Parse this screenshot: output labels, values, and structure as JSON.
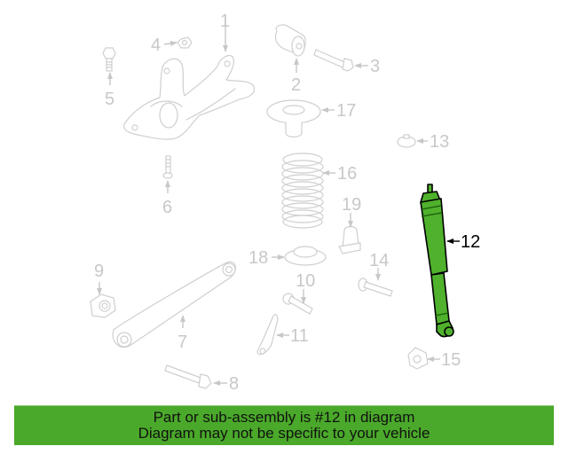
{
  "diagram": {
    "highlighted_part": "12",
    "highlight_color": "#4fb12c",
    "callouts": [
      {
        "id": "1",
        "label": "1"
      },
      {
        "id": "2",
        "label": "2"
      },
      {
        "id": "3",
        "label": "3"
      },
      {
        "id": "4",
        "label": "4"
      },
      {
        "id": "5",
        "label": "5"
      },
      {
        "id": "6",
        "label": "6"
      },
      {
        "id": "7",
        "label": "7"
      },
      {
        "id": "8",
        "label": "8"
      },
      {
        "id": "9",
        "label": "9"
      },
      {
        "id": "10",
        "label": "10"
      },
      {
        "id": "11",
        "label": "11"
      },
      {
        "id": "12",
        "label": "12"
      },
      {
        "id": "13",
        "label": "13"
      },
      {
        "id": "14",
        "label": "14"
      },
      {
        "id": "15",
        "label": "15"
      },
      {
        "id": "16",
        "label": "16"
      },
      {
        "id": "17",
        "label": "17"
      },
      {
        "id": "18",
        "label": "18"
      },
      {
        "id": "19",
        "label": "19"
      }
    ]
  },
  "banner": {
    "line1": "Part or sub-assembly is #12 in diagram",
    "line2": "Diagram may not be specific to your vehicle",
    "background": "#4aa92a"
  }
}
